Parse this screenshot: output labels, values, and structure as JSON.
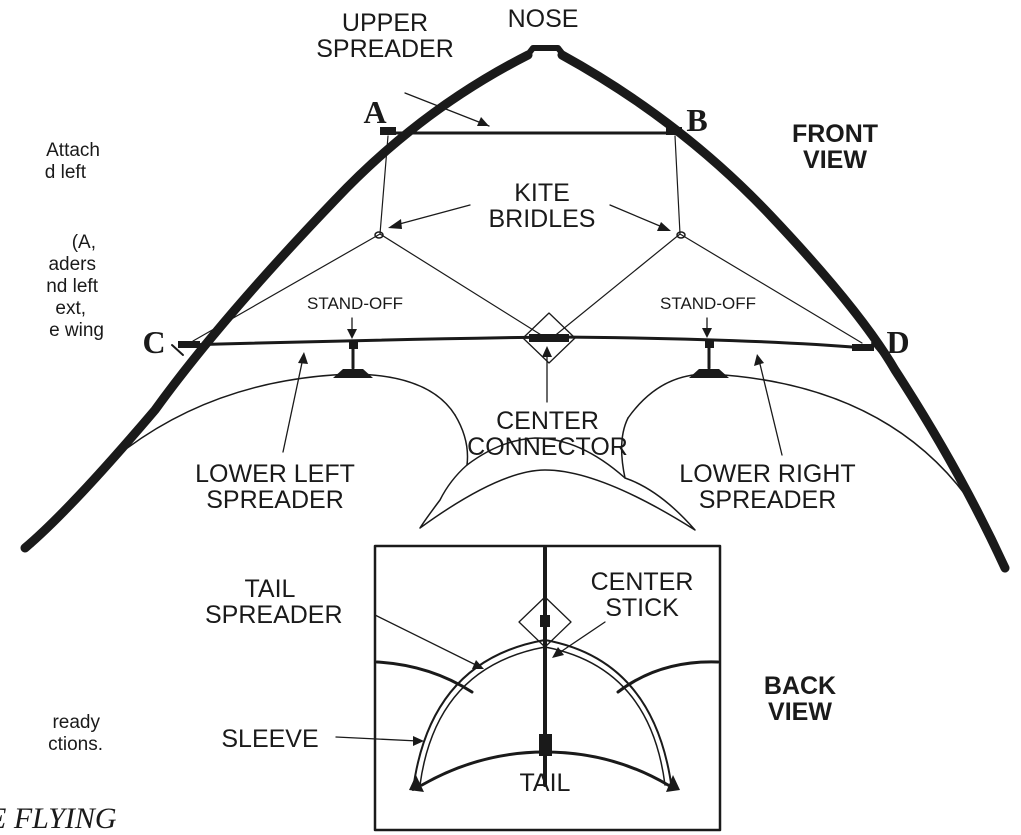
{
  "colors": {
    "ink": "#1a1a1a",
    "background": "#ffffff"
  },
  "front_view": {
    "title_line1": "FRONT",
    "title_line2": "VIEW",
    "labels": {
      "nose": "NOSE",
      "upper_spreader_line1": "UPPER",
      "upper_spreader_line2": "SPREADER",
      "point_a": "A",
      "point_b": "B",
      "point_c": "C",
      "point_d": "D",
      "kite_bridles_line1": "KITE",
      "kite_bridles_line2": "BRIDLES",
      "standoff_left": "STAND-OFF",
      "standoff_right": "STAND-OFF",
      "center_connector_line1": "CENTER",
      "center_connector_line2": "CONNECTOR",
      "lower_left_line1": "LOWER LEFT",
      "lower_left_line2": "SPREADER",
      "lower_right_line1": "LOWER RIGHT",
      "lower_right_line2": "SPREADER"
    }
  },
  "back_view": {
    "title_line1": "BACK",
    "title_line2": "VIEW",
    "labels": {
      "tail_spreader_line1": "TAIL",
      "tail_spreader_line2": "SPREADER",
      "center_stick_line1": "CENTER",
      "center_stick_line2": "STICK",
      "sleeve": "SLEEVE",
      "tail": "TAIL"
    }
  },
  "cropped_text": {
    "line1": "Attach",
    "line2": "d left",
    "line3": "(A,",
    "line4": "aders",
    "line5": "nd left",
    "line6": "ext,",
    "line7": "e wing",
    "line8": "ready",
    "line9": "ctions.",
    "heading": "E FLYING"
  }
}
